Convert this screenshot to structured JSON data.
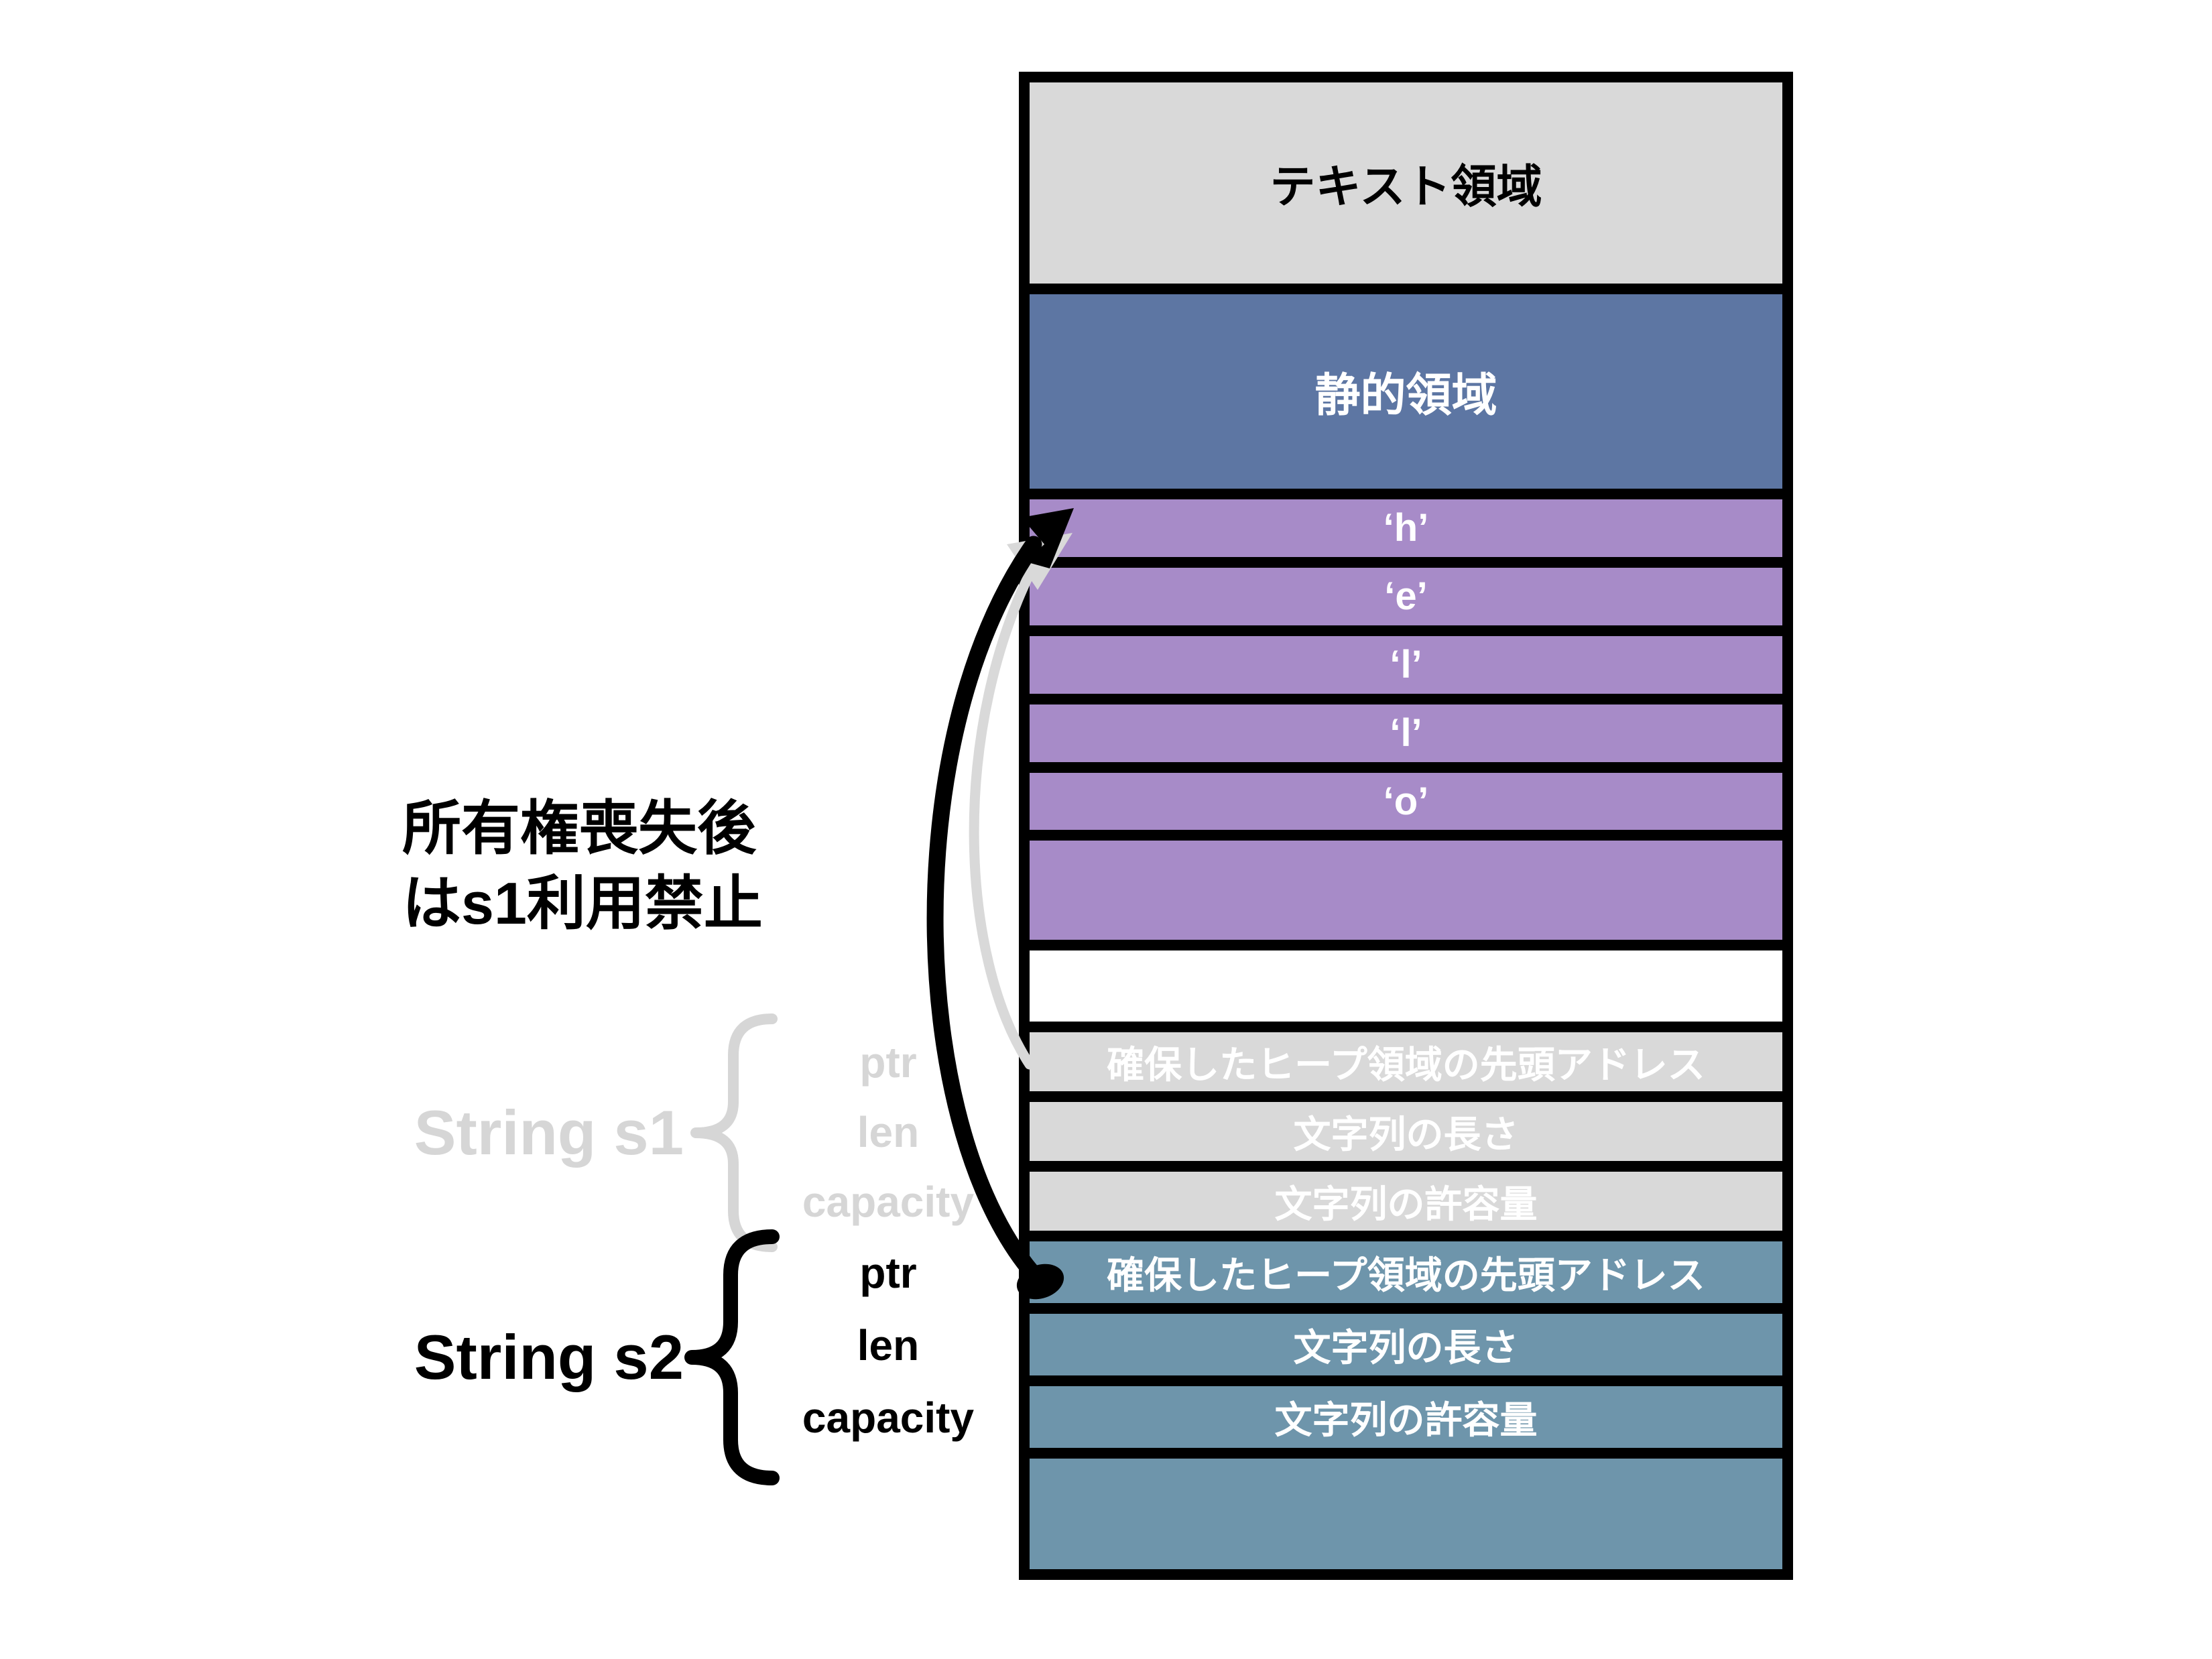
{
  "memory": {
    "rows": [
      {
        "name": "text-region",
        "label": "テキスト領域"
      },
      {
        "name": "static-region",
        "label": "静的領域"
      },
      {
        "name": "heap-cell-h",
        "label": "‘h’"
      },
      {
        "name": "heap-cell-e",
        "label": "‘e’"
      },
      {
        "name": "heap-cell-l1",
        "label": "‘l’"
      },
      {
        "name": "heap-cell-l2",
        "label": "‘l’"
      },
      {
        "name": "heap-cell-o",
        "label": "‘o’"
      },
      {
        "name": "heap-cell-empty",
        "label": ""
      },
      {
        "name": "stack-gap",
        "label": ""
      },
      {
        "name": "s1-ptr-cell",
        "label": "確保したヒープ領域の先頭アドレス"
      },
      {
        "name": "s1-len-cell",
        "label": "文字列の長さ"
      },
      {
        "name": "s1-capacity-cell",
        "label": "文字列の許容量"
      },
      {
        "name": "s2-ptr-cell",
        "label": "確保したヒープ領域の先頭アドレス"
      },
      {
        "name": "s2-len-cell",
        "label": "文字列の長さ"
      },
      {
        "name": "s2-capacity-cell",
        "label": "文字列の許容量"
      },
      {
        "name": "s2-empty-cell",
        "label": ""
      }
    ]
  },
  "annotations": {
    "ownership_note_line1": "所有権喪失後",
    "ownership_note_line2": "はs1利用禁止",
    "s1": {
      "label": "String s1",
      "fields": {
        "ptr": "ptr",
        "len": "len",
        "capacity": "capacity"
      }
    },
    "s2": {
      "label": "String s2",
      "fields": {
        "ptr": "ptr",
        "len": "len",
        "capacity": "capacity"
      }
    }
  },
  "colors": {
    "text_region_bg": "#d9d9d9",
    "static_region_bg": "#5d76a3",
    "heap_cell_bg": "#a78bc8",
    "s1_row_bg": "#d9d9d9",
    "s2_row_bg": "#6e95ab",
    "separator": "#000000",
    "invalidated_annotation": "#d6d6d6",
    "active_annotation": "#000000"
  }
}
